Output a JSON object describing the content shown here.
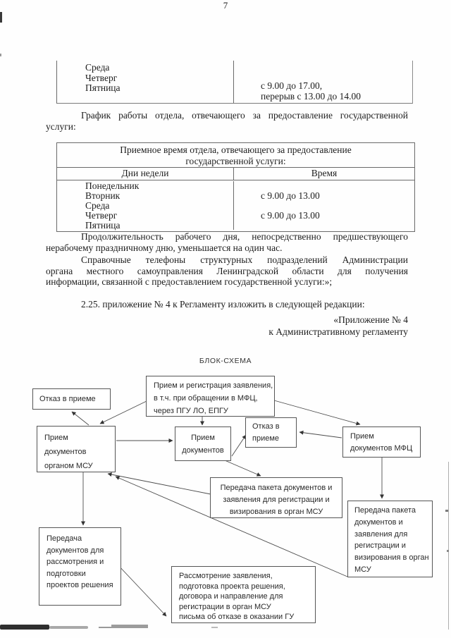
{
  "page": {
    "number": "7"
  },
  "table_fragment": {
    "days": [
      "Среда",
      "Четверг",
      "Пятница"
    ],
    "time_lines": [
      "с 9.00 до 17.00,",
      "перерыв с 13.00 до 14.00"
    ]
  },
  "paragraph_schedule": {
    "lines": [
      "График работы отдела, отвечающего за предоставление государственной",
      "услуги:"
    ]
  },
  "reception_table": {
    "title_lines": [
      "Приемное время отдела, отвечающего за предоставление",
      "государственной услуги:"
    ],
    "col_day": "Дни недели",
    "col_time": "Время",
    "rows": [
      {
        "day": "Понедельник",
        "time": ""
      },
      {
        "day": "Вторник",
        "time": "с 9.00 до 13.00"
      },
      {
        "day": "Среда",
        "time": ""
      },
      {
        "day": "Четверг",
        "time": "с 9.00 до 13.00"
      },
      {
        "day": "Пятница",
        "time": ""
      }
    ]
  },
  "paragraph_duration": {
    "lines": [
      "Продолжительность рабочего дня, непосредственно предшествующего",
      "нерабочему праздничному дню, уменьшается на один час."
    ]
  },
  "paragraph_phones": {
    "lines": [
      "Справочные телефоны структурных подразделений Администрации",
      "органа местного самоуправления Ленинградской области для получения",
      "информации, связанной с предоставлением государственной услуги:»;"
    ]
  },
  "paragraph_amendment": {
    "lines": [
      "2.25. приложение № 4 к Регламенту изложить в следующей редакции:"
    ]
  },
  "appendix": {
    "lines": [
      "«Приложение № 4",
      "к Административному регламенту"
    ]
  },
  "flowchart": {
    "title": "БЛОК-СХЕМА",
    "boxes": {
      "reception_registration": {
        "lines": [
          "Прием и регистрация заявления,",
          "в т.ч. при обращении в МФЦ,",
          "через ПГУ ЛО, ЕПГУ"
        ]
      },
      "refusal_left": {
        "lines": [
          "Отказ в приеме"
        ]
      },
      "docs_msu": {
        "lines": [
          "Прием",
          "документов",
          "органом МСУ"
        ]
      },
      "docs_center": {
        "lines": [
          "Прием",
          "документов"
        ]
      },
      "refusal_center": {
        "lines": [
          "Отказ в",
          "приеме"
        ]
      },
      "docs_mfc": {
        "lines": [
          "Прием",
          "документов МФЦ"
        ]
      },
      "transfer_center": {
        "lines": [
          "Передача пакета документов и",
          "заявления для регистрации и",
          "визирования в орган МСУ"
        ]
      },
      "transfer_right": {
        "lines": [
          "Передача пакета",
          "документов и",
          "заявления для",
          "регистрации и",
          "визирования в орган",
          "МСУ"
        ]
      },
      "transfer_left": {
        "lines": [
          "Передача",
          "документов для",
          "рассмотрения и",
          "подготовки",
          "проектов решения"
        ]
      },
      "review": {
        "lines": [
          "Рассмотрение заявления,",
          "подготовка проекта решения,",
          "договора  и направление для",
          "регистрации в орган МСУ",
          "письма об отказе в оказании ГУ"
        ]
      }
    }
  }
}
